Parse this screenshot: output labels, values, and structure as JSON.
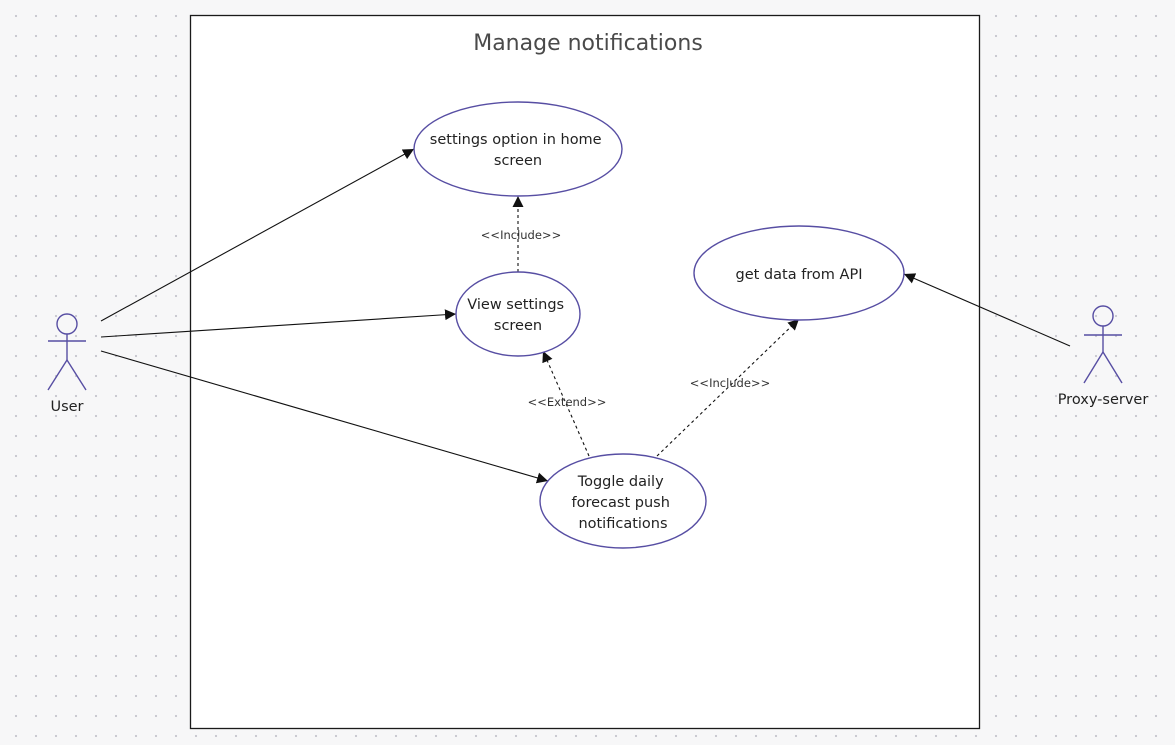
{
  "system": {
    "title": "Manage notifications"
  },
  "actors": {
    "user": {
      "label": "User"
    },
    "proxy": {
      "label": "Proxy-server"
    }
  },
  "use_cases": {
    "settings_option": {
      "lines": [
        "settings option in home",
        "screen"
      ]
    },
    "view_settings": {
      "lines": [
        "View settings",
        "screen"
      ]
    },
    "get_data": {
      "lines": [
        "get data from API"
      ]
    },
    "toggle_forecast": {
      "lines": [
        "Toggle daily",
        "forecast push",
        "notifications"
      ]
    }
  },
  "relationships": {
    "include_settings": "<<Include>>",
    "extend_toggle": "<<Extend>>",
    "include_api": "<<Include>>"
  },
  "colors": {
    "accent": "#574ea3",
    "line": "#111111",
    "background": "#f7f7f8"
  }
}
